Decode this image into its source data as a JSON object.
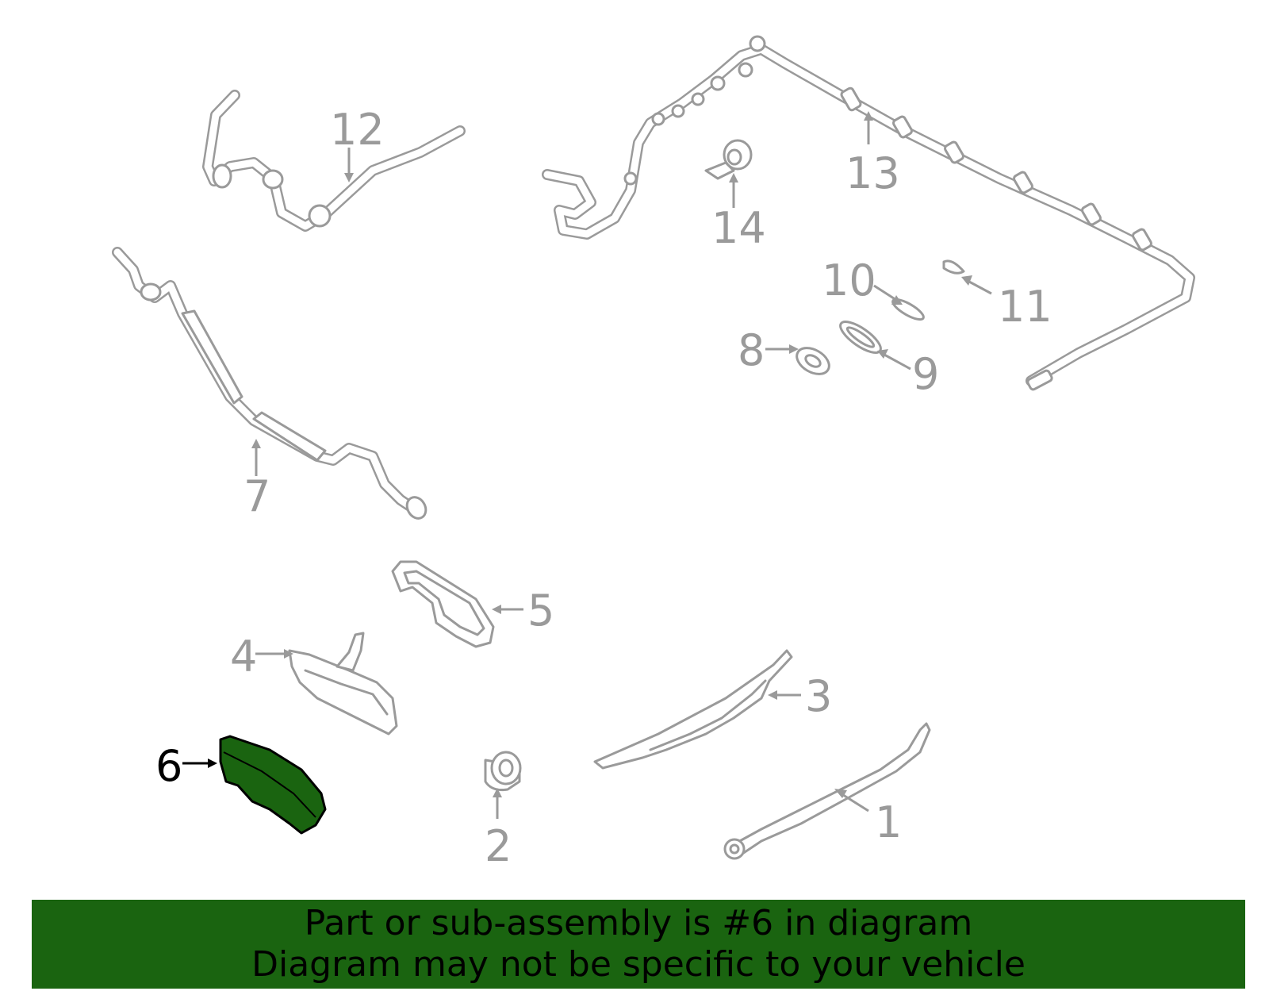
{
  "diagram": {
    "callouts": [
      {
        "id": "1",
        "label": "1"
      },
      {
        "id": "2",
        "label": "2"
      },
      {
        "id": "3",
        "label": "3"
      },
      {
        "id": "4",
        "label": "4"
      },
      {
        "id": "5",
        "label": "5"
      },
      {
        "id": "6",
        "label": "6",
        "highlighted": true
      },
      {
        "id": "7",
        "label": "7"
      },
      {
        "id": "8",
        "label": "8"
      },
      {
        "id": "9",
        "label": "9"
      },
      {
        "id": "10",
        "label": "10"
      },
      {
        "id": "11",
        "label": "11"
      },
      {
        "id": "12",
        "label": "12"
      },
      {
        "id": "13",
        "label": "13"
      },
      {
        "id": "14",
        "label": "14"
      }
    ],
    "highlight_color": "#1a6410",
    "outline_color": "#9a9a9a"
  },
  "banner": {
    "line1": "Part or sub-assembly is #6 in diagram",
    "line2": "Diagram may not be specific to your vehicle",
    "background": "#1a6410"
  }
}
